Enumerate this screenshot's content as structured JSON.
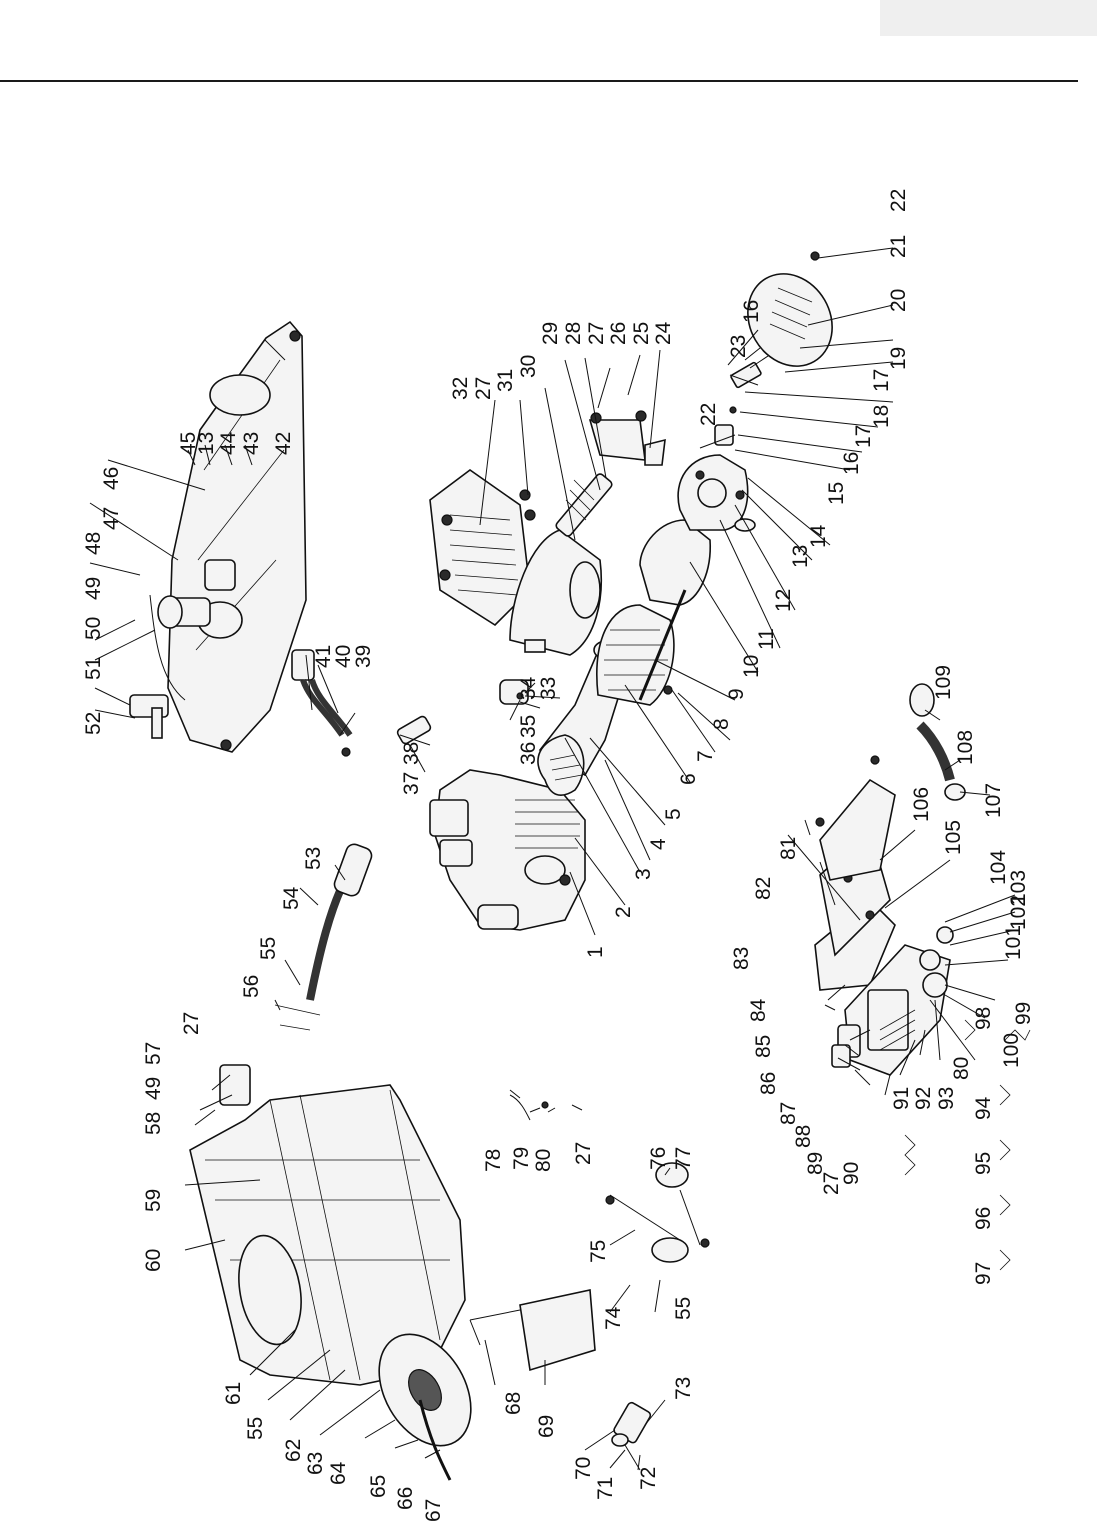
{
  "labels": [
    "1",
    "2",
    "3",
    "4",
    "5",
    "6",
    "7",
    "8",
    "9",
    "10",
    "11",
    "12",
    "13",
    "14",
    "15",
    "16",
    "17",
    "18",
    "19",
    "20",
    "21",
    "22",
    "23",
    "24",
    "25",
    "26",
    "27",
    "28",
    "29",
    "30",
    "31",
    "32",
    "33",
    "34",
    "35",
    "36",
    "37",
    "38",
    "39",
    "40",
    "41",
    "42",
    "43",
    "44",
    "45",
    "46",
    "47",
    "48",
    "49",
    "50",
    "51",
    "52",
    "53",
    "54",
    "55",
    "56",
    "57",
    "58",
    "59",
    "60",
    "61",
    "62",
    "63",
    "64",
    "65",
    "66",
    "67",
    "68",
    "69",
    "70",
    "71",
    "72",
    "73",
    "74",
    "75",
    "76",
    "77",
    "78",
    "79",
    "80",
    "81",
    "82",
    "83",
    "84",
    "85",
    "86",
    "87",
    "88",
    "89",
    "90",
    "91",
    "92",
    "93",
    "94",
    "95",
    "96",
    "97",
    "98",
    "99",
    "100",
    "101",
    "102",
    "103",
    "104",
    "105",
    "106",
    "107",
    "108",
    "109"
  ],
  "callouts": [
    {
      "id": "c1",
      "text": "1"
    },
    {
      "id": "c2",
      "text": "2"
    },
    {
      "id": "c3",
      "text": "3"
    },
    {
      "id": "c4",
      "text": "4"
    },
    {
      "id": "c5",
      "text": "5"
    },
    {
      "id": "c6",
      "text": "6"
    },
    {
      "id": "c7",
      "text": "7"
    },
    {
      "id": "c8",
      "text": "8"
    },
    {
      "id": "c9",
      "text": "9"
    },
    {
      "id": "c10",
      "text": "10"
    },
    {
      "id": "c11",
      "text": "11"
    },
    {
      "id": "c12",
      "text": "12"
    },
    {
      "id": "c13a",
      "text": "13"
    },
    {
      "id": "c14",
      "text": "14"
    },
    {
      "id": "c15",
      "text": "15"
    },
    {
      "id": "c16a",
      "text": "16"
    },
    {
      "id": "c17a",
      "text": "17"
    },
    {
      "id": "c18",
      "text": "18"
    },
    {
      "id": "c17b",
      "text": "17"
    },
    {
      "id": "c19",
      "text": "19"
    },
    {
      "id": "c20",
      "text": "20"
    },
    {
      "id": "c21",
      "text": "21"
    },
    {
      "id": "c22a",
      "text": "22"
    },
    {
      "id": "c16b",
      "text": "16"
    },
    {
      "id": "c23",
      "text": "23"
    },
    {
      "id": "c22b",
      "text": "22"
    },
    {
      "id": "c24",
      "text": "24"
    },
    {
      "id": "c25",
      "text": "25"
    },
    {
      "id": "c26",
      "text": "26"
    },
    {
      "id": "c27a",
      "text": "27"
    },
    {
      "id": "c28",
      "text": "28"
    },
    {
      "id": "c29",
      "text": "29"
    },
    {
      "id": "c30",
      "text": "30"
    },
    {
      "id": "c31",
      "text": "31"
    },
    {
      "id": "c27b",
      "text": "27"
    },
    {
      "id": "c32",
      "text": "32"
    },
    {
      "id": "c33",
      "text": "33"
    },
    {
      "id": "c34",
      "text": "34"
    },
    {
      "id": "c35",
      "text": "35"
    },
    {
      "id": "c36",
      "text": "36"
    },
    {
      "id": "c37",
      "text": "37"
    },
    {
      "id": "c38",
      "text": "38"
    },
    {
      "id": "c39",
      "text": "39"
    },
    {
      "id": "c40",
      "text": "40"
    },
    {
      "id": "c41",
      "text": "41"
    },
    {
      "id": "c42",
      "text": "42"
    },
    {
      "id": "c43",
      "text": "43"
    },
    {
      "id": "c44",
      "text": "44"
    },
    {
      "id": "c13b",
      "text": "13"
    },
    {
      "id": "c45",
      "text": "45"
    },
    {
      "id": "c46",
      "text": "46"
    },
    {
      "id": "c47",
      "text": "47"
    },
    {
      "id": "c48",
      "text": "48"
    },
    {
      "id": "c49a",
      "text": "49"
    },
    {
      "id": "c50",
      "text": "50"
    },
    {
      "id": "c51",
      "text": "51"
    },
    {
      "id": "c52",
      "text": "52"
    },
    {
      "id": "c53",
      "text": "53"
    },
    {
      "id": "c54",
      "text": "54"
    },
    {
      "id": "c55a",
      "text": "55"
    },
    {
      "id": "c56",
      "text": "56"
    },
    {
      "id": "c27c",
      "text": "27"
    },
    {
      "id": "c57",
      "text": "57"
    },
    {
      "id": "c49b",
      "text": "49"
    },
    {
      "id": "c58",
      "text": "58"
    },
    {
      "id": "c59",
      "text": "59"
    },
    {
      "id": "c60",
      "text": "60"
    },
    {
      "id": "c61",
      "text": "61"
    },
    {
      "id": "c55b",
      "text": "55"
    },
    {
      "id": "c62",
      "text": "62"
    },
    {
      "id": "c63",
      "text": "63"
    },
    {
      "id": "c64",
      "text": "64"
    },
    {
      "id": "c65",
      "text": "65"
    },
    {
      "id": "c66",
      "text": "66"
    },
    {
      "id": "c67",
      "text": "67"
    },
    {
      "id": "c68",
      "text": "68"
    },
    {
      "id": "c69",
      "text": "69"
    },
    {
      "id": "c70",
      "text": "70"
    },
    {
      "id": "c71",
      "text": "71"
    },
    {
      "id": "c72",
      "text": "72"
    },
    {
      "id": "c73",
      "text": "73"
    },
    {
      "id": "c74",
      "text": "74"
    },
    {
      "id": "c55c",
      "text": "55"
    },
    {
      "id": "c75",
      "text": "75"
    },
    {
      "id": "c76",
      "text": "76"
    },
    {
      "id": "c77",
      "text": "77"
    },
    {
      "id": "c78",
      "text": "78"
    },
    {
      "id": "c79",
      "text": "79"
    },
    {
      "id": "c80a",
      "text": "80"
    },
    {
      "id": "c27d",
      "text": "27"
    },
    {
      "id": "c81",
      "text": "81"
    },
    {
      "id": "c82",
      "text": "82"
    },
    {
      "id": "c83",
      "text": "83"
    },
    {
      "id": "c84",
      "text": "84"
    },
    {
      "id": "c85",
      "text": "85"
    },
    {
      "id": "c86",
      "text": "86"
    },
    {
      "id": "c87",
      "text": "87"
    },
    {
      "id": "c88",
      "text": "88"
    },
    {
      "id": "c89",
      "text": "89"
    },
    {
      "id": "c27e",
      "text": "27"
    },
    {
      "id": "c90",
      "text": "90"
    },
    {
      "id": "c91",
      "text": "91"
    },
    {
      "id": "c92",
      "text": "92"
    },
    {
      "id": "c93",
      "text": "93"
    },
    {
      "id": "c80b",
      "text": "80"
    },
    {
      "id": "c94",
      "text": "94"
    },
    {
      "id": "c95",
      "text": "95"
    },
    {
      "id": "c96",
      "text": "96"
    },
    {
      "id": "c97",
      "text": "97"
    },
    {
      "id": "c98",
      "text": "98"
    },
    {
      "id": "c99",
      "text": "99"
    },
    {
      "id": "c100",
      "text": "100"
    },
    {
      "id": "c101",
      "text": "101"
    },
    {
      "id": "c102",
      "text": "102"
    },
    {
      "id": "c103",
      "text": "103"
    },
    {
      "id": "c104",
      "text": "104"
    },
    {
      "id": "c105",
      "text": "105"
    },
    {
      "id": "c106",
      "text": "106"
    },
    {
      "id": "c107",
      "text": "107"
    },
    {
      "id": "c108",
      "text": "108"
    },
    {
      "id": "c109",
      "text": "109"
    }
  ]
}
